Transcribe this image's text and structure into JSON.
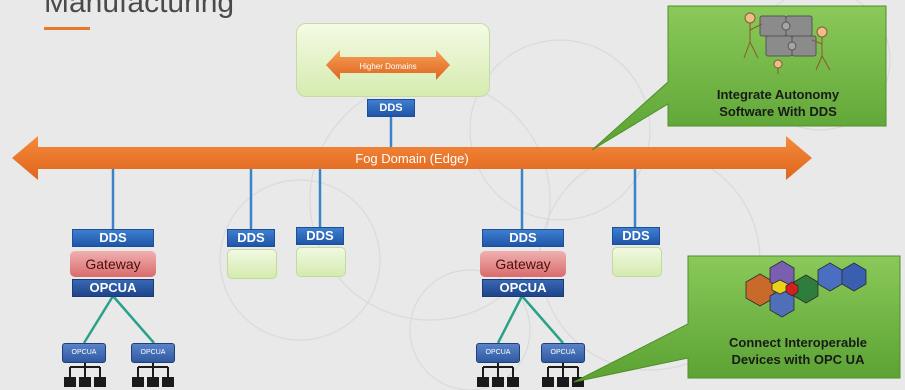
{
  "title": "Manufacturing",
  "colors": {
    "accent_orange": "#e8792a",
    "dds_blue": "#2a63b8",
    "callout_green": "#6cb33f",
    "connector_blue": "#3b83c9",
    "tree_teal": "#2aa28a"
  },
  "higher_domain": {
    "label": "Higher Domains",
    "dds": "DDS"
  },
  "bus": {
    "label": "Fog Domain (Edge)"
  },
  "gateway_nodes": [
    {
      "dds": "DDS",
      "gateway": "Gateway",
      "opcua": "OPCUA",
      "devices": [
        "OPCUA",
        "OPCUA"
      ]
    },
    {
      "dds": "DDS",
      "gateway": "Gateway",
      "opcua": "OPCUA",
      "devices": [
        "OPCUA",
        "OPCUA"
      ]
    }
  ],
  "dds_nodes": [
    {
      "dds": "DDS"
    },
    {
      "dds": "DDS"
    },
    {
      "dds": "DDS"
    }
  ],
  "callouts": {
    "top": {
      "text_line1": "Integrate Autonomy",
      "text_line2": "Software With DDS",
      "icon": "puzzle-robots-icon"
    },
    "bottom": {
      "text_line1": "Connect Interoperable",
      "text_line2": "Devices with OPC UA",
      "icon": "hexagon-network-icon"
    }
  }
}
